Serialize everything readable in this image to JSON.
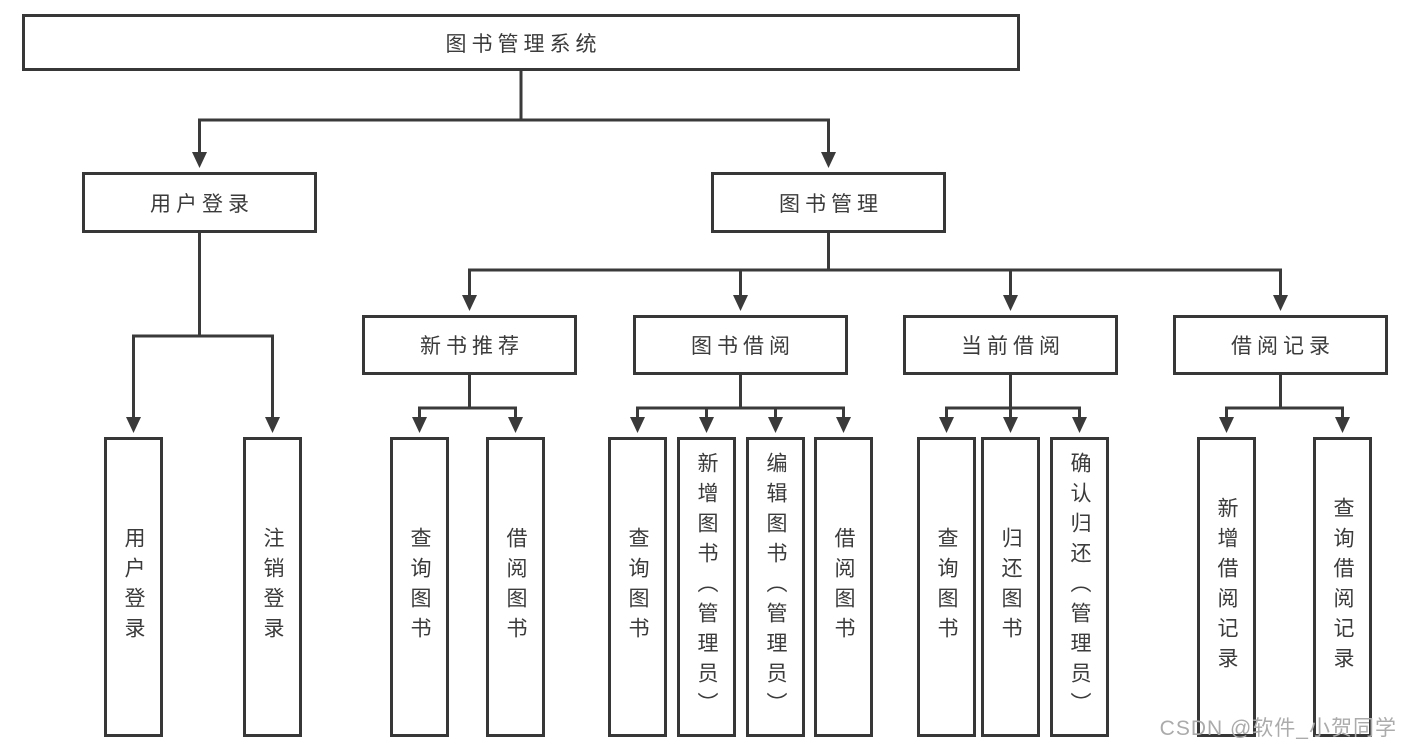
{
  "colors": {
    "line": "#3a3a3a",
    "box_border": "#373737",
    "box_fill": "#ffffff",
    "text": "#3b3b3b",
    "watermark_text": "#ababab",
    "background": "#ffffff"
  },
  "watermark": {
    "text": "CSDN @软件_小贺同学"
  },
  "diagram": {
    "root": {
      "label": "图书管理系统"
    },
    "branches": [
      {
        "label": "用户登录",
        "children": [
          {
            "label": "用户登录"
          },
          {
            "label": "注销登录"
          }
        ]
      },
      {
        "label": "图书管理",
        "children": [
          {
            "label": "新书推荐",
            "children": [
              {
                "label": "查询图书"
              },
              {
                "label": "借阅图书"
              }
            ]
          },
          {
            "label": "图书借阅",
            "children": [
              {
                "label": "查询图书"
              },
              {
                "label": "新增图书（管理员）"
              },
              {
                "label": "编辑图书（管理员）"
              },
              {
                "label": "借阅图书"
              }
            ]
          },
          {
            "label": "当前借阅",
            "children": [
              {
                "label": "查询图书"
              },
              {
                "label": "归还图书"
              },
              {
                "label": "确认归还（管理员）"
              }
            ]
          },
          {
            "label": "借阅记录",
            "children": [
              {
                "label": "新增借阅记录"
              },
              {
                "label": "查询借阅记录"
              }
            ]
          }
        ]
      }
    ]
  }
}
